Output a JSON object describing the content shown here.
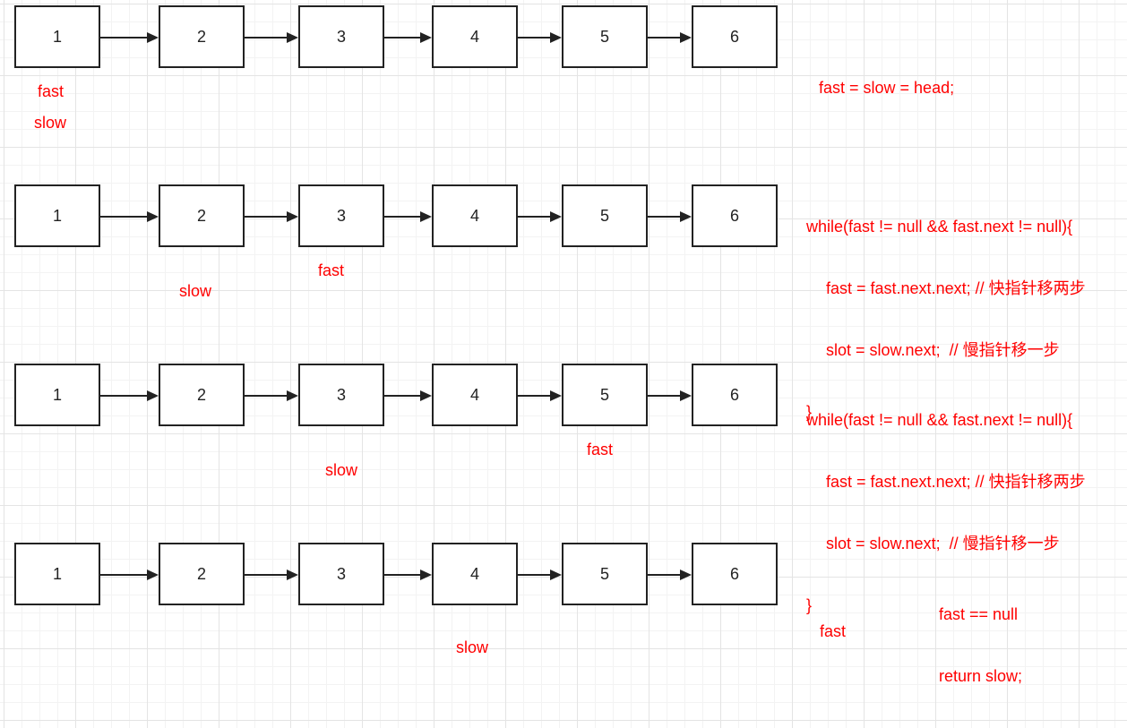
{
  "colors": {
    "node_border": "#222222",
    "pointer_text": "#ff0000",
    "code_text": "#ff0000",
    "grid": "#e4e4e4"
  },
  "rows": [
    {
      "nodes": [
        "1",
        "2",
        "3",
        "4",
        "5",
        "6"
      ],
      "pointers": [
        {
          "label": "fast",
          "node_index": 0
        },
        {
          "label": "slow",
          "node_index": 0
        }
      ],
      "code": [
        "fast = slow = head;"
      ]
    },
    {
      "nodes": [
        "1",
        "2",
        "3",
        "4",
        "5",
        "6"
      ],
      "pointers": [
        {
          "label": "fast",
          "node_index": 2
        },
        {
          "label": "slow",
          "node_index": 1
        }
      ],
      "code": [
        "while(fast != null && fast.next != null){",
        "fast = fast.next.next; // 快指针移两步",
        "slot = slow.next;  // 慢指针移一步",
        "}"
      ]
    },
    {
      "nodes": [
        "1",
        "2",
        "3",
        "4",
        "5",
        "6"
      ],
      "pointers": [
        {
          "label": "fast",
          "node_index": 4
        },
        {
          "label": "slow",
          "node_index": 2
        }
      ],
      "code": [
        "while(fast != null && fast.next != null){",
        "fast = fast.next.next; // 快指针移两步",
        "slot = slow.next;  // 慢指针移一步",
        "}"
      ]
    },
    {
      "nodes": [
        "1",
        "2",
        "3",
        "4",
        "5",
        "6"
      ],
      "pointers": [
        {
          "label": "fast",
          "node_index": 6
        },
        {
          "label": "slow",
          "node_index": 3
        }
      ],
      "code": [
        "fast == null",
        "return slow;"
      ]
    }
  ]
}
